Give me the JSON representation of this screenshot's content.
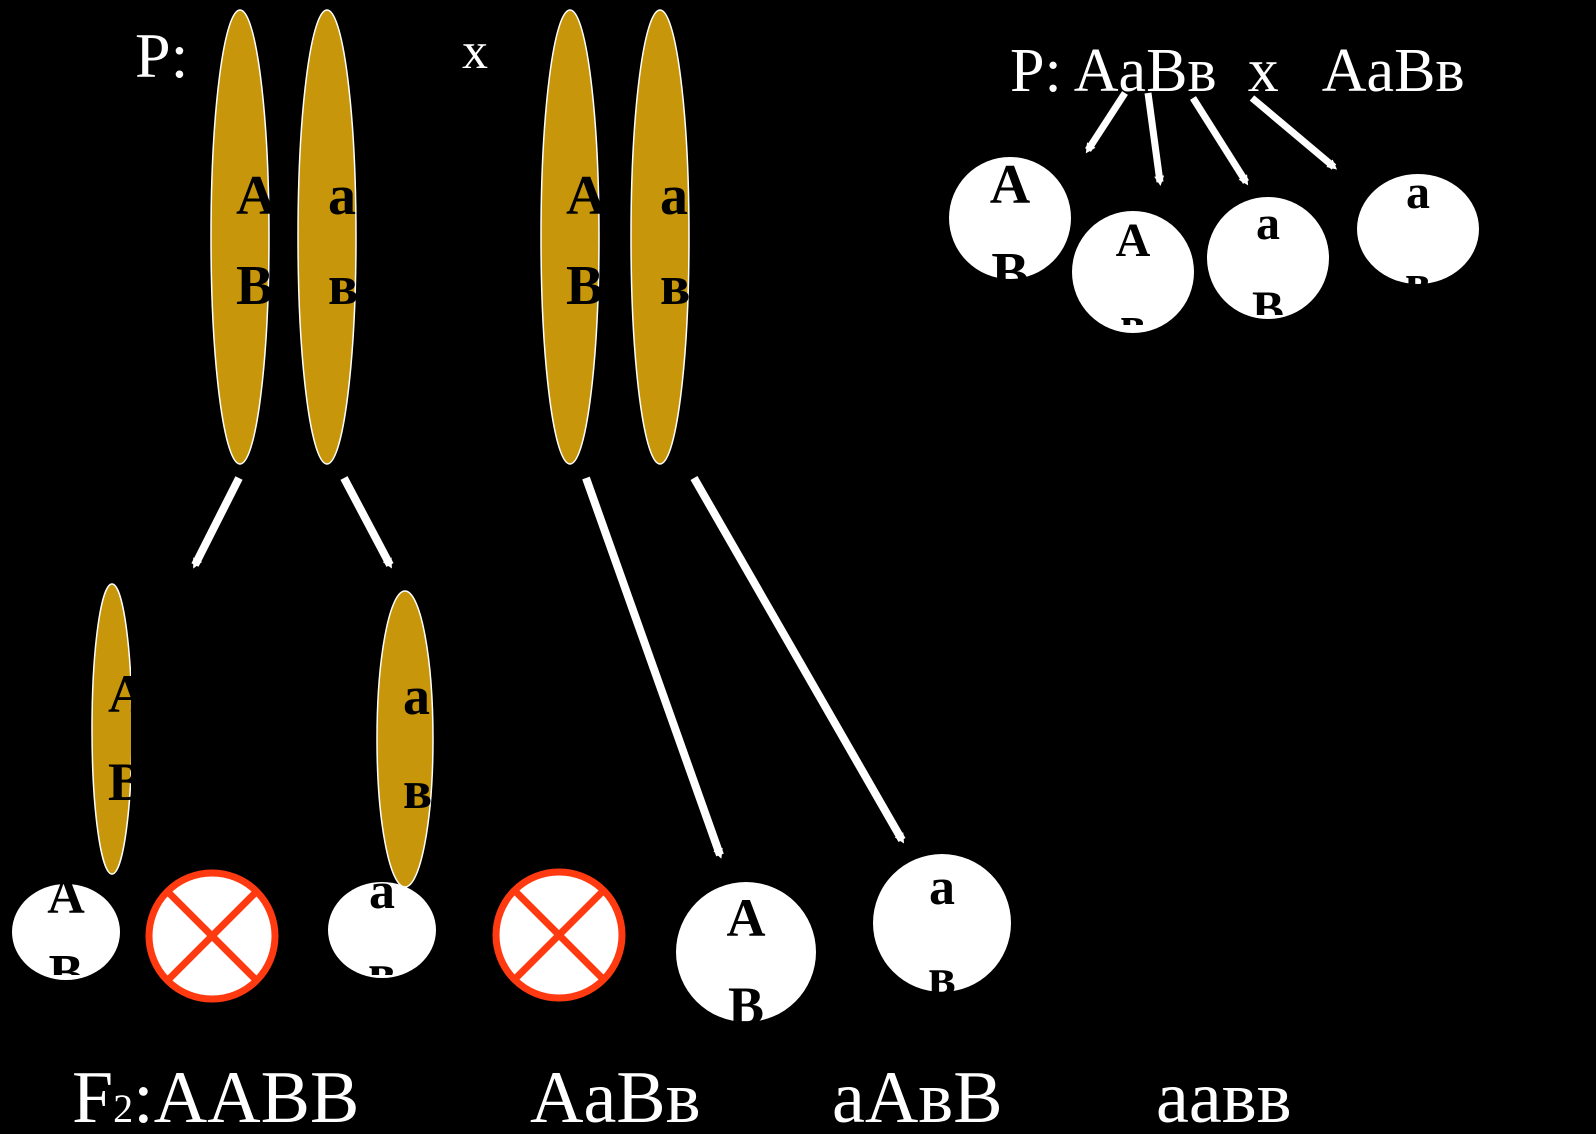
{
  "colors": {
    "background": "#000000",
    "chromosome": "#c8960a",
    "gamete": "#ffffff",
    "arrow": "#ffffff",
    "blocked_ring": "#ff3a10",
    "text": "#ffffff",
    "gene_text": "#000000"
  },
  "left_cross": {
    "parent_label": "P:",
    "cross_sign": "x",
    "parent1": {
      "chromosome1": {
        "top": "A",
        "bottom": "B"
      },
      "chromosome2": {
        "top": "a",
        "bottom": "в"
      }
    },
    "parent2": {
      "chromosome1": {
        "top": "A",
        "bottom": "B"
      },
      "chromosome2": {
        "top": "a",
        "bottom": "в"
      }
    },
    "daughter_chromosomes": [
      {
        "top": "A",
        "bottom": "B"
      },
      {
        "top": "a",
        "bottom": "в"
      }
    ],
    "gametes": [
      {
        "top": "A",
        "bottom": "B",
        "icon": ""
      },
      {
        "top": "",
        "bottom": "",
        "icon": "blocked-icon"
      },
      {
        "top": "a",
        "bottom": "в",
        "icon": ""
      },
      {
        "top": "",
        "bottom": "",
        "icon": "blocked-icon"
      },
      {
        "top": "A",
        "bottom": "B",
        "icon": ""
      },
      {
        "top": "a",
        "bottom": "в",
        "icon": ""
      }
    ]
  },
  "right_cross": {
    "header": "P: AaBв  x   AaBв",
    "gametes": [
      {
        "top": "A",
        "bottom": "B"
      },
      {
        "top": "A",
        "bottom": "в"
      },
      {
        "top": "a",
        "bottom": "B"
      },
      {
        "top": "a",
        "bottom": "в"
      }
    ]
  },
  "offspring": {
    "generation_label": "F",
    "generation_subscript": "2",
    "genotypes": [
      ":AABB",
      "AaBв",
      "aAвB",
      "aaвв"
    ]
  }
}
